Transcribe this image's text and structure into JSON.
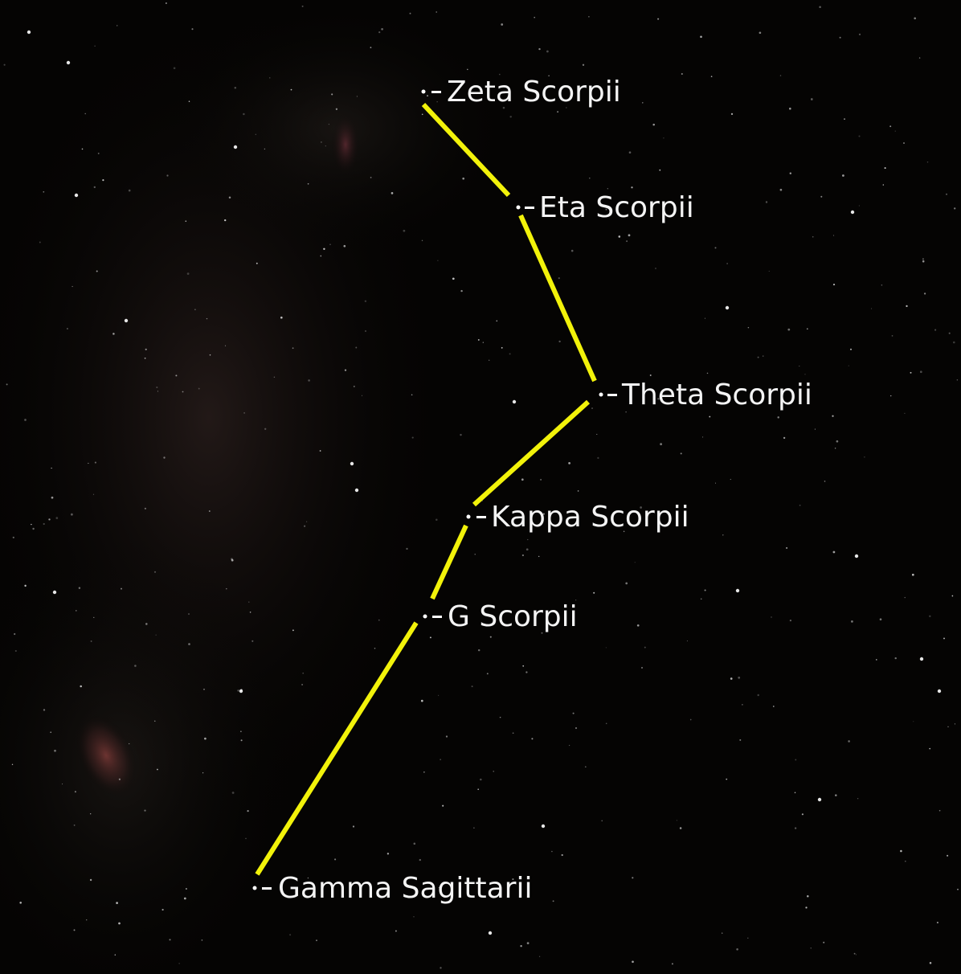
{
  "scene": {
    "background_color": "#050403",
    "line_color": "#f2f20a",
    "label_color": "#f4f4f4",
    "star_color": "#ffffff"
  },
  "stars": [
    {
      "id": "zeta",
      "label": "Zeta Scorpii"
    },
    {
      "id": "eta",
      "label": "Eta Scorpii"
    },
    {
      "id": "theta",
      "label": "Theta Scorpii"
    },
    {
      "id": "kappa",
      "label": "Kappa Scorpii"
    },
    {
      "id": "g",
      "label": "G Scorpii"
    },
    {
      "id": "gamma",
      "label": "Gamma Sagittarii"
    }
  ]
}
